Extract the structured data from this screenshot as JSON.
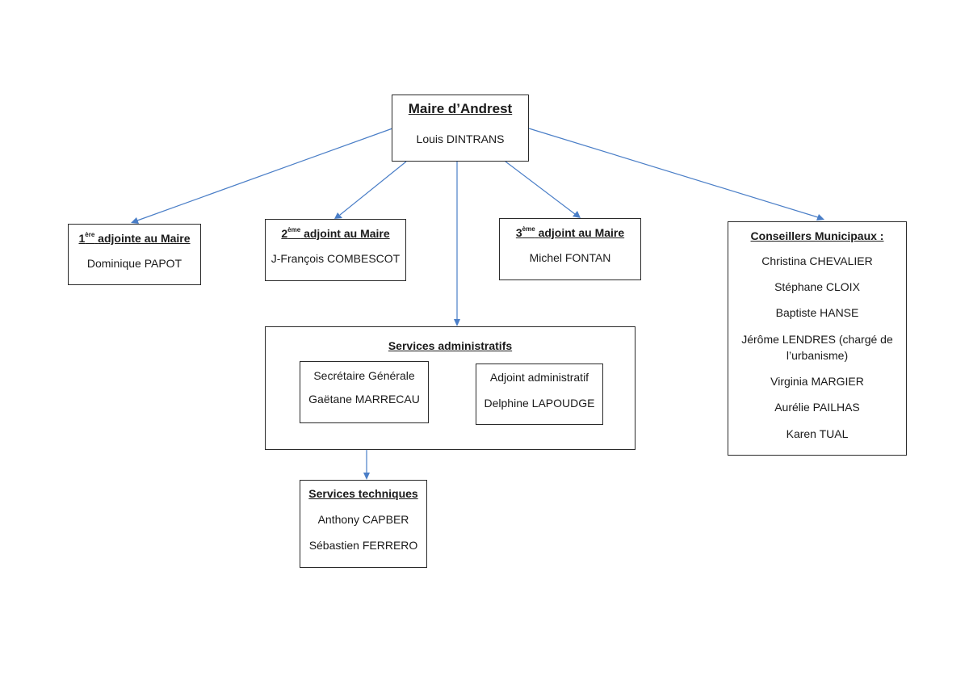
{
  "mayor": {
    "title": "Maire d’Andrest",
    "name": "Louis DINTRANS"
  },
  "deputies": [
    {
      "num": "1",
      "sup": "ère",
      "role": "adjointe au Maire",
      "name": "Dominique PAPOT"
    },
    {
      "num": "2",
      "sup": "ème",
      "role": "adjoint au Maire",
      "name": "J-François COMBESCOT"
    },
    {
      "num": "3",
      "sup": "ème",
      "role": "adjoint au Maire",
      "name": "Michel FONTAN"
    }
  ],
  "council": {
    "title": "Conseillers Municipaux :",
    "members": [
      "Christina CHEVALIER",
      "Stéphane CLOIX",
      "Baptiste HANSE",
      "Jérôme LENDRES (chargé de",
      "l’urbanisme)",
      "Virginia MARGIER",
      "Aurélie PAILHAS",
      "Karen TUAL"
    ]
  },
  "admin": {
    "title": "Services administratifs",
    "secretary": {
      "role": "Secrétaire Générale",
      "name": "Gaëtane MARRECAU"
    },
    "assistant": {
      "role": "Adjoint administratif",
      "name": "Delphine LAPOUDGE"
    }
  },
  "technical": {
    "title": "Services techniques",
    "members": [
      "Anthony CAPBER",
      "Sébastien FERRERO"
    ]
  },
  "colors": {
    "connector": "#4a7ec7",
    "border": "#2a2a2a",
    "text": "#1a1a1a"
  }
}
